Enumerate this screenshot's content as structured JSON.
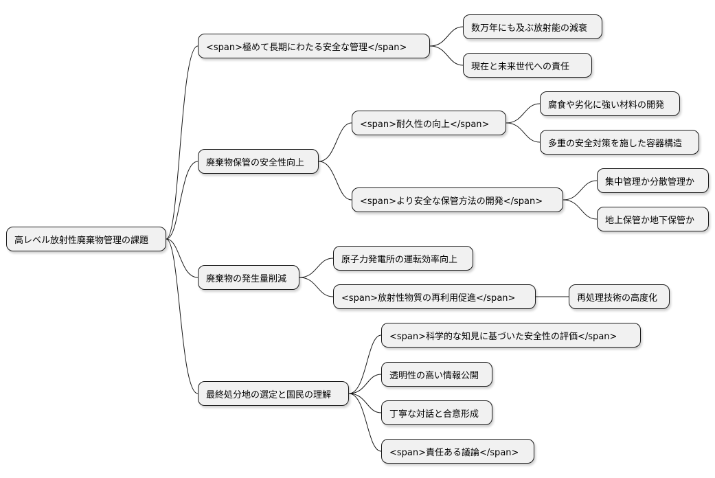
{
  "mindmap": {
    "root": "高レベル放射性廃棄物管理の課題",
    "branches": [
      {
        "label": "<span>極めて長期にわたる安全な管理</span>",
        "children": [
          {
            "label": "数万年にも及ぶ放射能の減衰"
          },
          {
            "label": "現在と未来世代への責任"
          }
        ]
      },
      {
        "label": "廃棄物保管の安全性向上",
        "children": [
          {
            "label": "<span>耐久性の向上</span>",
            "children": [
              {
                "label": "腐食や劣化に強い材料の開発"
              },
              {
                "label": "多重の安全対策を施した容器構造"
              }
            ]
          },
          {
            "label": "<span>より安全な保管方法の開発</span>",
            "children": [
              {
                "label": "集中管理か分散管理か"
              },
              {
                "label": "地上保管か地下保管か"
              }
            ]
          }
        ]
      },
      {
        "label": "廃棄物の発生量削減",
        "children": [
          {
            "label": "原子力発電所の運転効率向上"
          },
          {
            "label": "<span>放射性物質の再利用促進</span>",
            "children": [
              {
                "label": "再処理技術の高度化"
              }
            ]
          }
        ]
      },
      {
        "label": "最終処分地の選定と国民の理解",
        "children": [
          {
            "label": "<span>科学的な知見に基づいた安全性の評価</span>"
          },
          {
            "label": "透明性の高い情報公開"
          },
          {
            "label": "丁寧な対話と合意形成"
          },
          {
            "label": "<span>責任ある議論</span>"
          }
        ]
      }
    ]
  }
}
